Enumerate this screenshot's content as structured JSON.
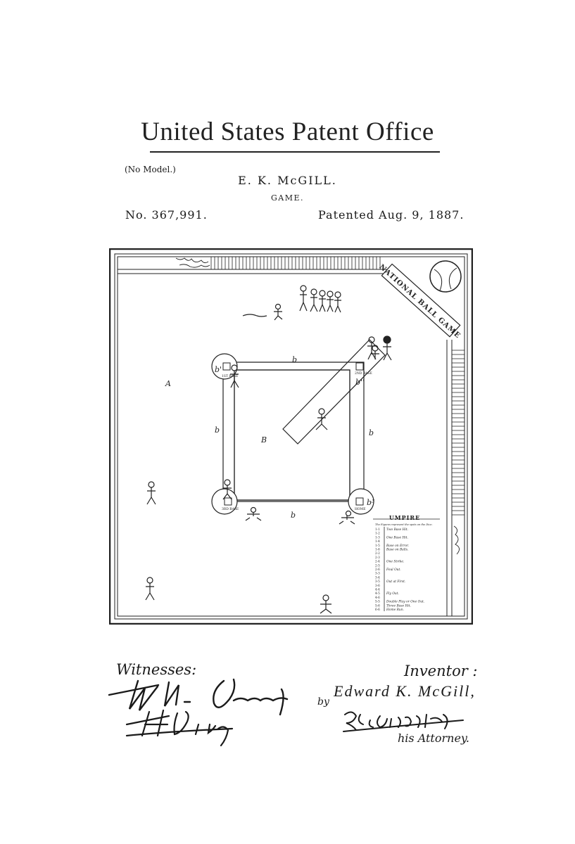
{
  "header": {
    "office_title": "United States Patent Office",
    "no_model": "(No Model.)",
    "inventor_name": "E. K. McGILL.",
    "subject": "GAME.",
    "patent_number": "No. 367,991.",
    "patented_date": "Patented Aug. 9, 1887."
  },
  "drawing": {
    "banner": "NATIONAL BALL GAME",
    "labels": {
      "field_a": "A",
      "field_b": "B",
      "baseline_b": "b",
      "corner_b1": "b'",
      "corner_b2": "b''",
      "corner_b3": "b³"
    },
    "bases": {
      "first": "1ST BASE",
      "second": "2ND BASE",
      "third": "3RD BASE",
      "home": "HOME"
    },
    "umpire": {
      "title": "UMPIRE",
      "note": "The Figures represent the spots on the Dice.",
      "rows": [
        {
          "code": "1-1",
          "result": "Two Base Hit."
        },
        {
          "code": "1-2",
          "result": ""
        },
        {
          "code": "1-3",
          "result": "One Base Hit."
        },
        {
          "code": "1-4",
          "result": ""
        },
        {
          "code": "1-5",
          "result": "Base on Error."
        },
        {
          "code": "1-6",
          "result": "Base on Balls."
        },
        {
          "code": "2-2",
          "result": ""
        },
        {
          "code": "2-3",
          "result": ""
        },
        {
          "code": "2-4",
          "result": "One Strike."
        },
        {
          "code": "2-5",
          "result": ""
        },
        {
          "code": "2-6",
          "result": "Foul Out."
        },
        {
          "code": "3-3",
          "result": ""
        },
        {
          "code": "3-4",
          "result": ""
        },
        {
          "code": "3-5",
          "result": "Out at First."
        },
        {
          "code": "3-6",
          "result": ""
        },
        {
          "code": "4-4",
          "result": ""
        },
        {
          "code": "4-5",
          "result": "Fly Out."
        },
        {
          "code": "4-6",
          "result": ""
        },
        {
          "code": "5-5",
          "result": "Double Play or One Out."
        },
        {
          "code": "5-6",
          "result": "Three Base Hit."
        },
        {
          "code": "6-6",
          "result": "Home Run."
        }
      ]
    }
  },
  "signatures": {
    "witnesses_label": "Witnesses:",
    "witness_1": "W. N. Northmore",
    "witness_2": "H. F. Riley",
    "inventor_label": "Inventor :",
    "by_label": "by",
    "inventor_signature": "Edward K. McGill,",
    "attorney_signature": "R. G. Dyrenforth.",
    "attorney_label": "his Attorney."
  }
}
